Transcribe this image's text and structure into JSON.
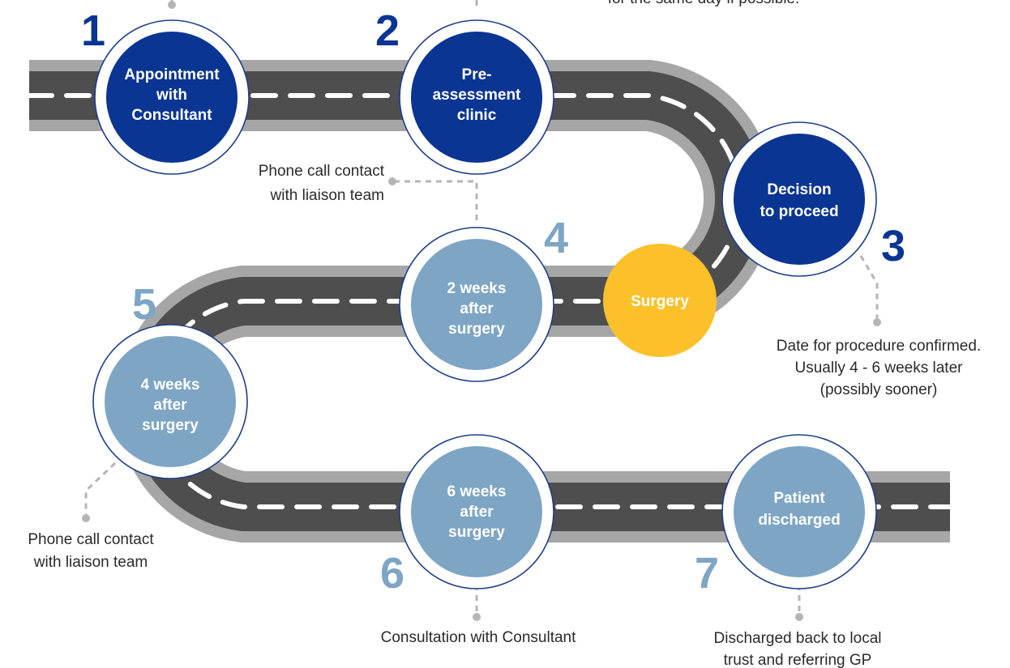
{
  "colors": {
    "road_outer": "#a6a6a6",
    "road_asphalt": "#4e4e4e",
    "road_dash": "#ffffff",
    "primary_node": "#0a3592",
    "light_node": "#7ea5c4",
    "surgery_node": "#fcc02a",
    "ring": "#ffffff",
    "ring_stroke": "#1e3d8a",
    "leader": "#b5b5b5"
  },
  "top_partial_note": "for the same day if possible.",
  "stages": [
    {
      "number": "1",
      "lines": [
        "Appointment",
        "with",
        "Consultant"
      ],
      "style": "primary"
    },
    {
      "number": "2",
      "lines": [
        "Pre-",
        "assessment",
        "clinic"
      ],
      "style": "primary"
    },
    {
      "number": "3",
      "lines": [
        "Decision",
        "to proceed"
      ],
      "style": "primary"
    },
    {
      "number": "4",
      "lines": [
        "2 weeks",
        "after",
        "surgery"
      ],
      "style": "light"
    },
    {
      "number": "5",
      "lines": [
        "4 weeks",
        "after",
        "surgery"
      ],
      "style": "light"
    },
    {
      "number": "6",
      "lines": [
        "6 weeks",
        "after",
        "surgery"
      ],
      "style": "light"
    },
    {
      "number": "7",
      "lines": [
        "Patient",
        "discharged"
      ],
      "style": "light"
    }
  ],
  "surgery": {
    "label": "Surgery"
  },
  "notes": [
    {
      "lines": [
        "Phone call contact",
        "with liaison team"
      ]
    },
    {
      "lines": [
        "Date for procedure confirmed.",
        "Usually 4 - 6 weeks later",
        "(possibly sooner)"
      ]
    },
    {
      "lines": [
        "Phone call contact",
        "with liaison team"
      ]
    },
    {
      "lines": [
        "Consultation with Consultant"
      ]
    },
    {
      "lines": [
        "Discharged back to local",
        "trust and referring GP"
      ]
    }
  ]
}
